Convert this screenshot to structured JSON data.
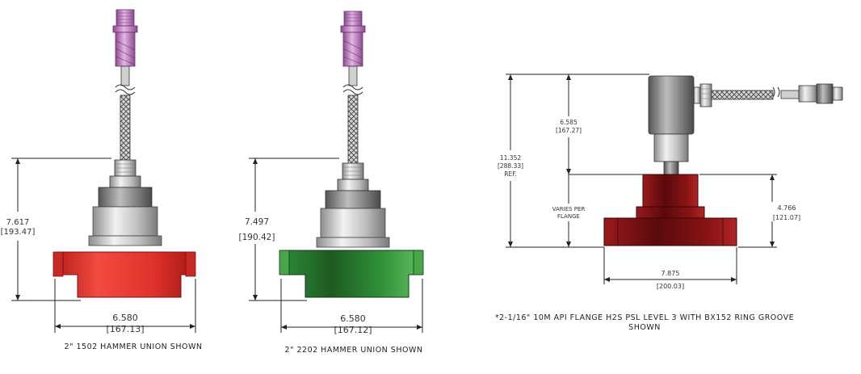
{
  "colors": {
    "red_flange": "#e0322c",
    "green_flange": "#2c8a35",
    "dark_red_flange": "#7a1114",
    "connector_purple": "#b46fb5",
    "steel": "#c9c9c9"
  },
  "drawings": [
    {
      "height_dim": "7.617",
      "height_dim_mm": "[193.47]",
      "width_dim": "6.580",
      "width_dim_mm": "[167.13]",
      "caption": "2\" 1502 HAMMER UNION SHOWN"
    },
    {
      "height_dim": "7.497",
      "height_dim_mm": "[190.42]",
      "width_dim": "6.580",
      "width_dim_mm": "[167.12]",
      "caption": "2\" 2202 HAMMER UNION SHOWN"
    },
    {
      "upper_dim": "6.585",
      "upper_dim_mm": "[167.27]",
      "total_dim": "11.352",
      "total_dim_mm": "[288.33]",
      "total_dim_note": "REF.",
      "varies_line1": "VARIES PER",
      "varies_line2": "FLANGE",
      "flange_height_dim": "4.766",
      "flange_height_dim_mm": "[121.07]",
      "width_dim": "7.875",
      "width_dim_mm": "[200.03]",
      "caption_line1": "*2-1/16\" 10M API FLANGE H2S PSL LEVEL 3 WITH BX152 RING GROOVE",
      "caption_line2": "SHOWN"
    }
  ]
}
